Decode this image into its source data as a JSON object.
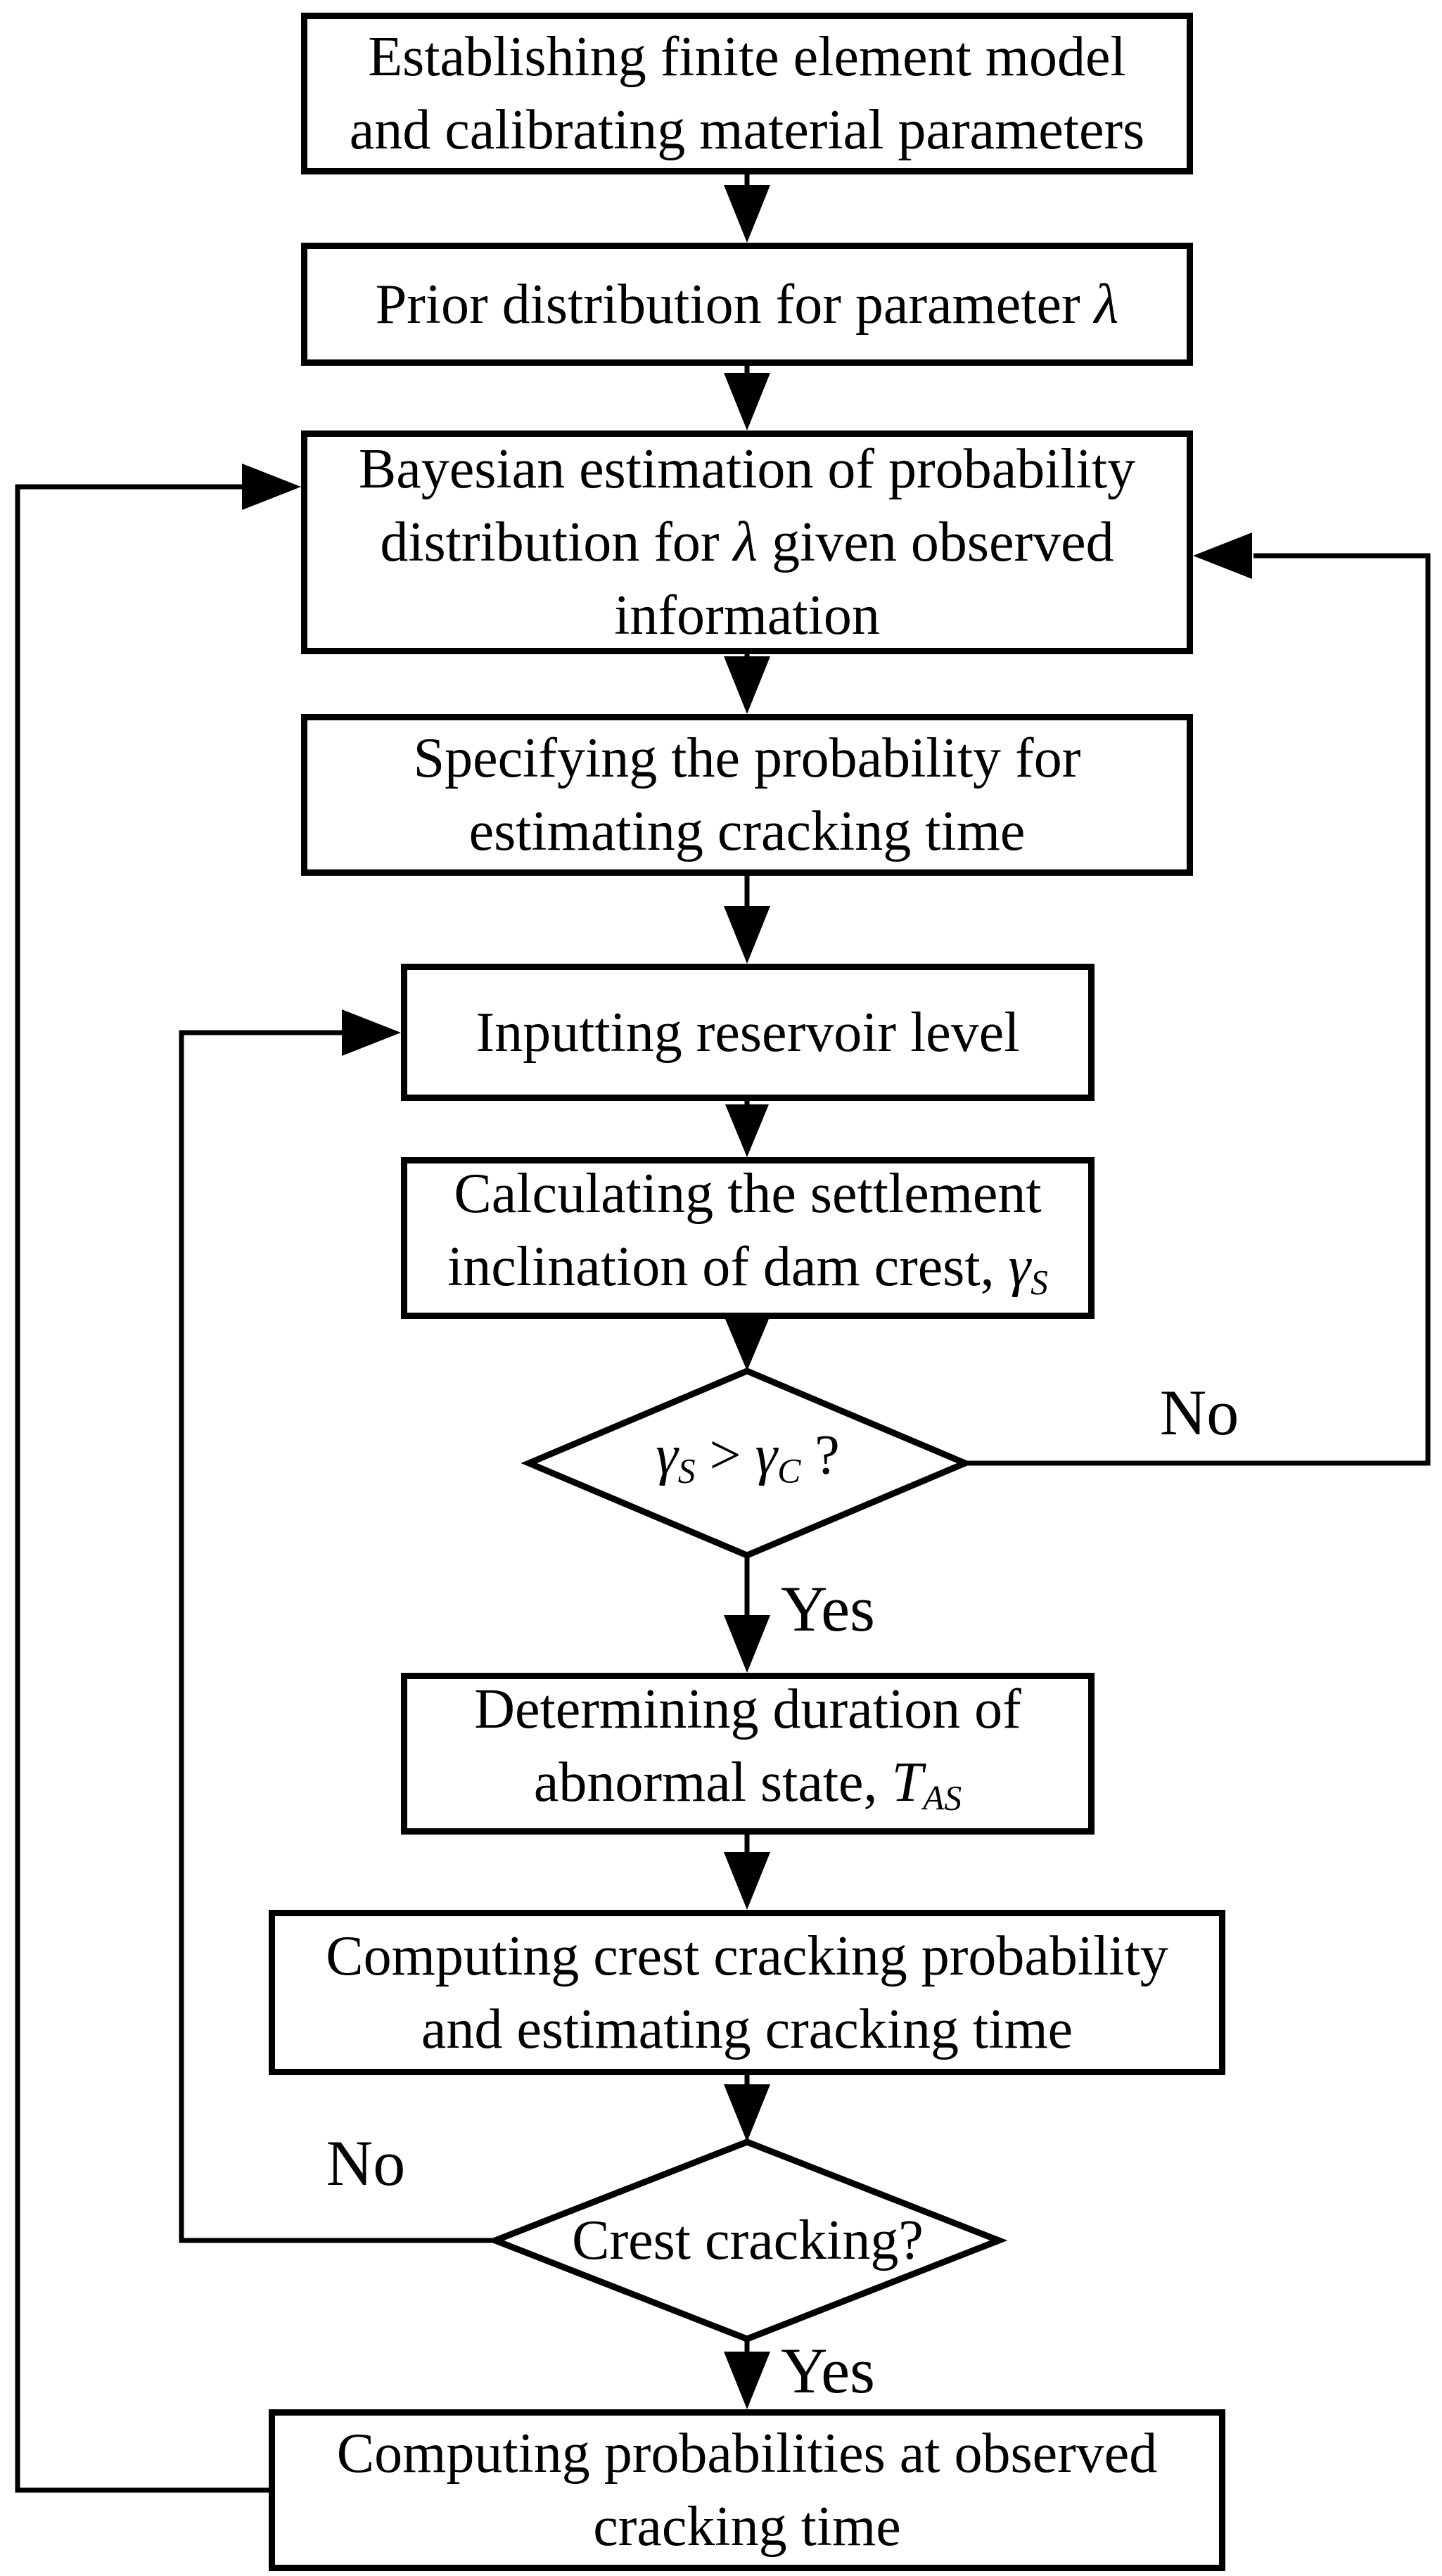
{
  "colors": {
    "background": "#ffffff",
    "line": "#000000",
    "text": "#000000"
  },
  "nodes": {
    "establish_model": {
      "type": "process",
      "line1": "Establishing finite element model",
      "line2": "and calibrating material parameters"
    },
    "prior_distribution": {
      "type": "process",
      "pre": "Prior distribution for parameter ",
      "symbol": "λ"
    },
    "bayesian_estimation": {
      "type": "process",
      "line1": "Bayesian estimation of probability",
      "line2_pre": "distribution for ",
      "line2_symbol": "λ",
      "line2_post": " given observed",
      "line3": "information"
    },
    "specify_probability": {
      "type": "process",
      "line1": "Specifying the probability for",
      "line2": "estimating cracking time"
    },
    "input_reservoir_level": {
      "type": "process",
      "line1": "Inputting reservoir level"
    },
    "calc_settlement": {
      "type": "process",
      "line1": "Calculating the settlement",
      "line2_pre": "inclination of dam crest, ",
      "symbol": "γ",
      "subscript": "S"
    },
    "gamma_decision": {
      "type": "decision",
      "symbol1": "γ",
      "subscript1": "S",
      "operator": " > ",
      "symbol2": "γ",
      "subscript2": "C",
      "suffix": " ?"
    },
    "duration_abnormal": {
      "type": "process",
      "line1": "Determining duration of",
      "line2_pre": "abnormal state, ",
      "symbol": "T",
      "subscript": "AS"
    },
    "crest_crack_probability": {
      "type": "process",
      "line1": "Computing crest cracking probability",
      "line2": "and estimating cracking time"
    },
    "crest_cracking_decision": {
      "type": "decision",
      "label": "Crest cracking?"
    },
    "observed_probabilities": {
      "type": "process",
      "line1": "Computing probabilities at observed",
      "line2": "cracking time"
    }
  },
  "edge_labels": {
    "gamma_no": "No",
    "gamma_yes": "Yes",
    "crack_no": "No",
    "crack_yes": "Yes"
  }
}
